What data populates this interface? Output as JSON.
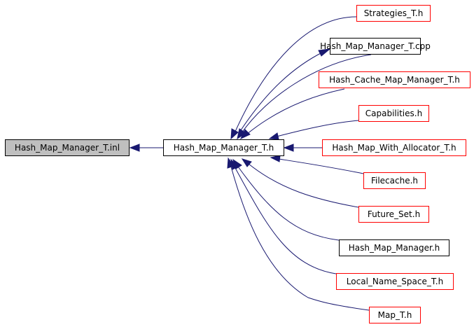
{
  "diagram": {
    "type": "include-dependency-graph",
    "edge_color": "#191970",
    "border_colors": {
      "documented": "#000000",
      "undocumented": "#ff0000",
      "current": "#bfbfbf"
    },
    "nodes": [
      {
        "id": "inl",
        "label": "Hash_Map_Manager_T.inl",
        "style": "current"
      },
      {
        "id": "h",
        "label": "Hash_Map_Manager_T.h",
        "style": "documented"
      },
      {
        "id": "strat",
        "label": "Strategies_T.h",
        "style": "undocumented"
      },
      {
        "id": "cpp",
        "label": "Hash_Map_Manager_T.cpp",
        "style": "documented"
      },
      {
        "id": "cache",
        "label": "Hash_Cache_Map_Manager_T.h",
        "style": "undocumented"
      },
      {
        "id": "caps",
        "label": "Capabilities.h",
        "style": "undocumented"
      },
      {
        "id": "alloc",
        "label": "Hash_Map_With_Allocator_T.h",
        "style": "undocumented"
      },
      {
        "id": "fcache",
        "label": "Filecache.h",
        "style": "undocumented"
      },
      {
        "id": "fset",
        "label": "Future_Set.h",
        "style": "undocumented"
      },
      {
        "id": "hmm",
        "label": "Hash_Map_Manager.h",
        "style": "documented"
      },
      {
        "id": "lns",
        "label": "Local_Name_Space_T.h",
        "style": "undocumented"
      },
      {
        "id": "mapt",
        "label": "Map_T.h",
        "style": "undocumented"
      }
    ],
    "edges": [
      {
        "from": "h",
        "to": "inl"
      },
      {
        "from": "strat",
        "to": "h"
      },
      {
        "from": "h",
        "to": "cpp"
      },
      {
        "from": "cpp",
        "to": "h"
      },
      {
        "from": "cache",
        "to": "h"
      },
      {
        "from": "caps",
        "to": "h"
      },
      {
        "from": "alloc",
        "to": "h"
      },
      {
        "from": "fcache",
        "to": "h"
      },
      {
        "from": "fset",
        "to": "h"
      },
      {
        "from": "hmm",
        "to": "h"
      },
      {
        "from": "lns",
        "to": "h"
      },
      {
        "from": "mapt",
        "to": "h"
      }
    ]
  }
}
